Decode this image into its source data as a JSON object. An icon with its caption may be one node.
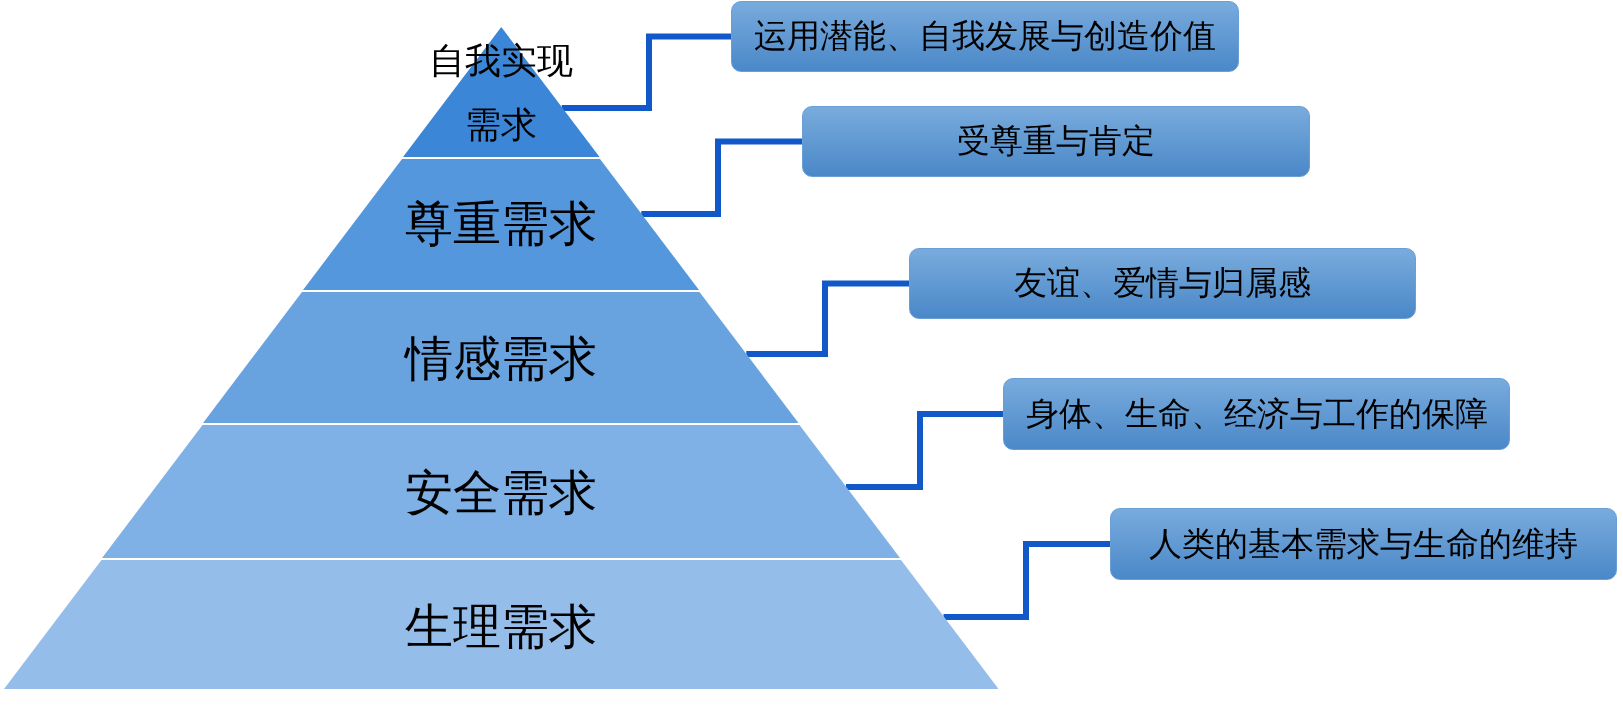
{
  "diagram": {
    "nodes": [
      {
        "text": [
          "自我实现需求"
        ]
      },
      {
        "text": [
          "尊重需求"
        ]
      },
      {
        "text": [
          "情感需求"
        ]
      },
      {
        "text": [
          "安全需求"
        ]
      },
      {
        "text": [
          "生理需求"
        ]
      },
      {
        "text": [
          "运用潜能、自我发展与创造价值"
        ]
      },
      {
        "text": [
          "受尊重与肯定"
        ]
      },
      {
        "text": [
          "友谊、爱情与归属感"
        ]
      },
      {
        "text": [
          "身体、生命、经济与工作的保障"
        ]
      },
      {
        "text": [
          "人类的基本需求与生命的维持"
        ]
      }
    ],
    "edges": [
      {
        "from": 0,
        "to": 5,
        "arrow": "none"
      },
      {
        "from": 1,
        "to": 6,
        "arrow": "none"
      },
      {
        "from": 2,
        "to": 7,
        "arrow": "none"
      },
      {
        "from": 3,
        "to": 8,
        "arrow": "none"
      },
      {
        "from": 4,
        "to": 9,
        "arrow": "none"
      }
    ]
  }
}
